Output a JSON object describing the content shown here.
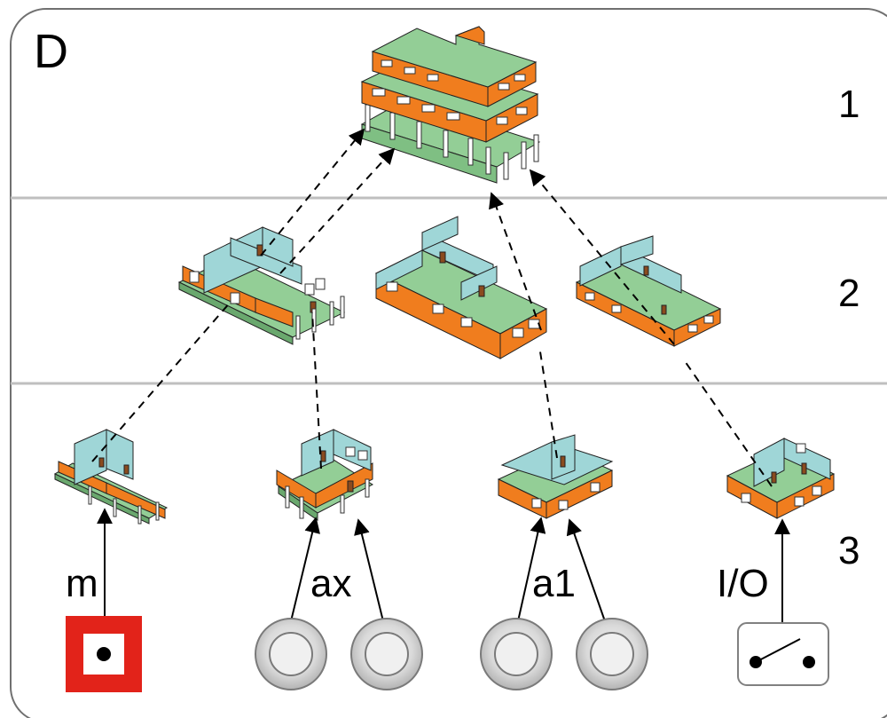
{
  "panel_letter": "D",
  "levels": [
    {
      "label": "1"
    },
    {
      "label": "2"
    },
    {
      "label": "3"
    }
  ],
  "inputs": [
    {
      "label": "m",
      "device": "manual-call-point-icon"
    },
    {
      "label": "ax",
      "device": "smoke-detector-icon"
    },
    {
      "label": "a1",
      "device": "smoke-detector-icon"
    },
    {
      "label": "I/O",
      "device": "switch-contact-icon"
    }
  ],
  "colors": {
    "wall_orange": "#F07D1E",
    "floor_green": "#93CE96",
    "wall_cyan": "#9FD6D7",
    "window": "#FFFFFF",
    "door": "#8B4B1E",
    "frame": "#808080",
    "divider": "#BFBFBF",
    "call_point_red": "#E2231A"
  }
}
